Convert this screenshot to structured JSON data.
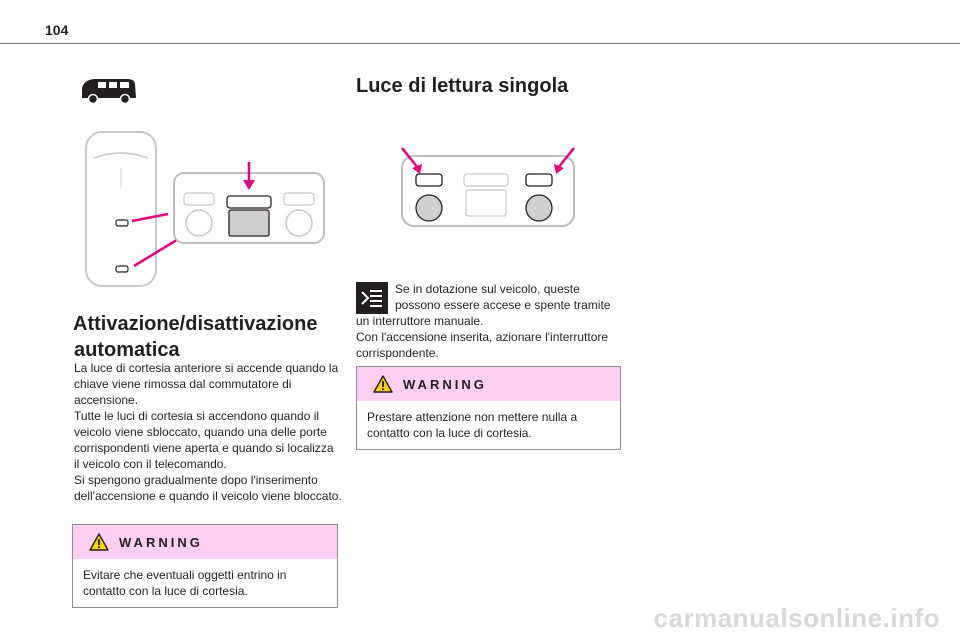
{
  "page": {
    "number": "104"
  },
  "left": {
    "heading_line1": "Attivazione/disattivazione",
    "heading_line2": "automatica",
    "paragraphs": [
      "La luce di cortesia anteriore si accende quando la chiave viene rimossa dal commutatore di accensione.",
      "Tutte le luci di cortesia si accendono quando il veicolo viene sbloccato, quando una delle porte corrispondenti viene aperta e quando si localizza il veicolo con il telecomando.",
      "Si spengono gradualmente dopo l'inserimento dell'accensione e quando il veicolo viene bloccato."
    ],
    "warning": {
      "label": "WARNING",
      "text": "Evitare che eventuali oggetti entrino in contatto con la luce di cortesia."
    }
  },
  "right": {
    "heading": "Luce di lettura singola",
    "equipment_note_first_lines": "Se in dotazione sul veicolo, queste possono essere accese e spente tramite",
    "equipment_note_rest": "un interruttore manuale.",
    "paragraph2": "Con l'accensione inserita, azionare l'interruttore corrispondente.",
    "warning": {
      "label": "WARNING",
      "text": "Prestare attenzione non mettere nulla a contatto con la luce di cortesia."
    }
  },
  "icons": {
    "van": "van-icon",
    "equipment": "optional-equipment-icon",
    "warning": "warning-triangle-icon"
  },
  "colors": {
    "accent_pink": "#e6007e",
    "warning_bg": "#fccff2"
  },
  "watermark": "carmanualsonline.info"
}
